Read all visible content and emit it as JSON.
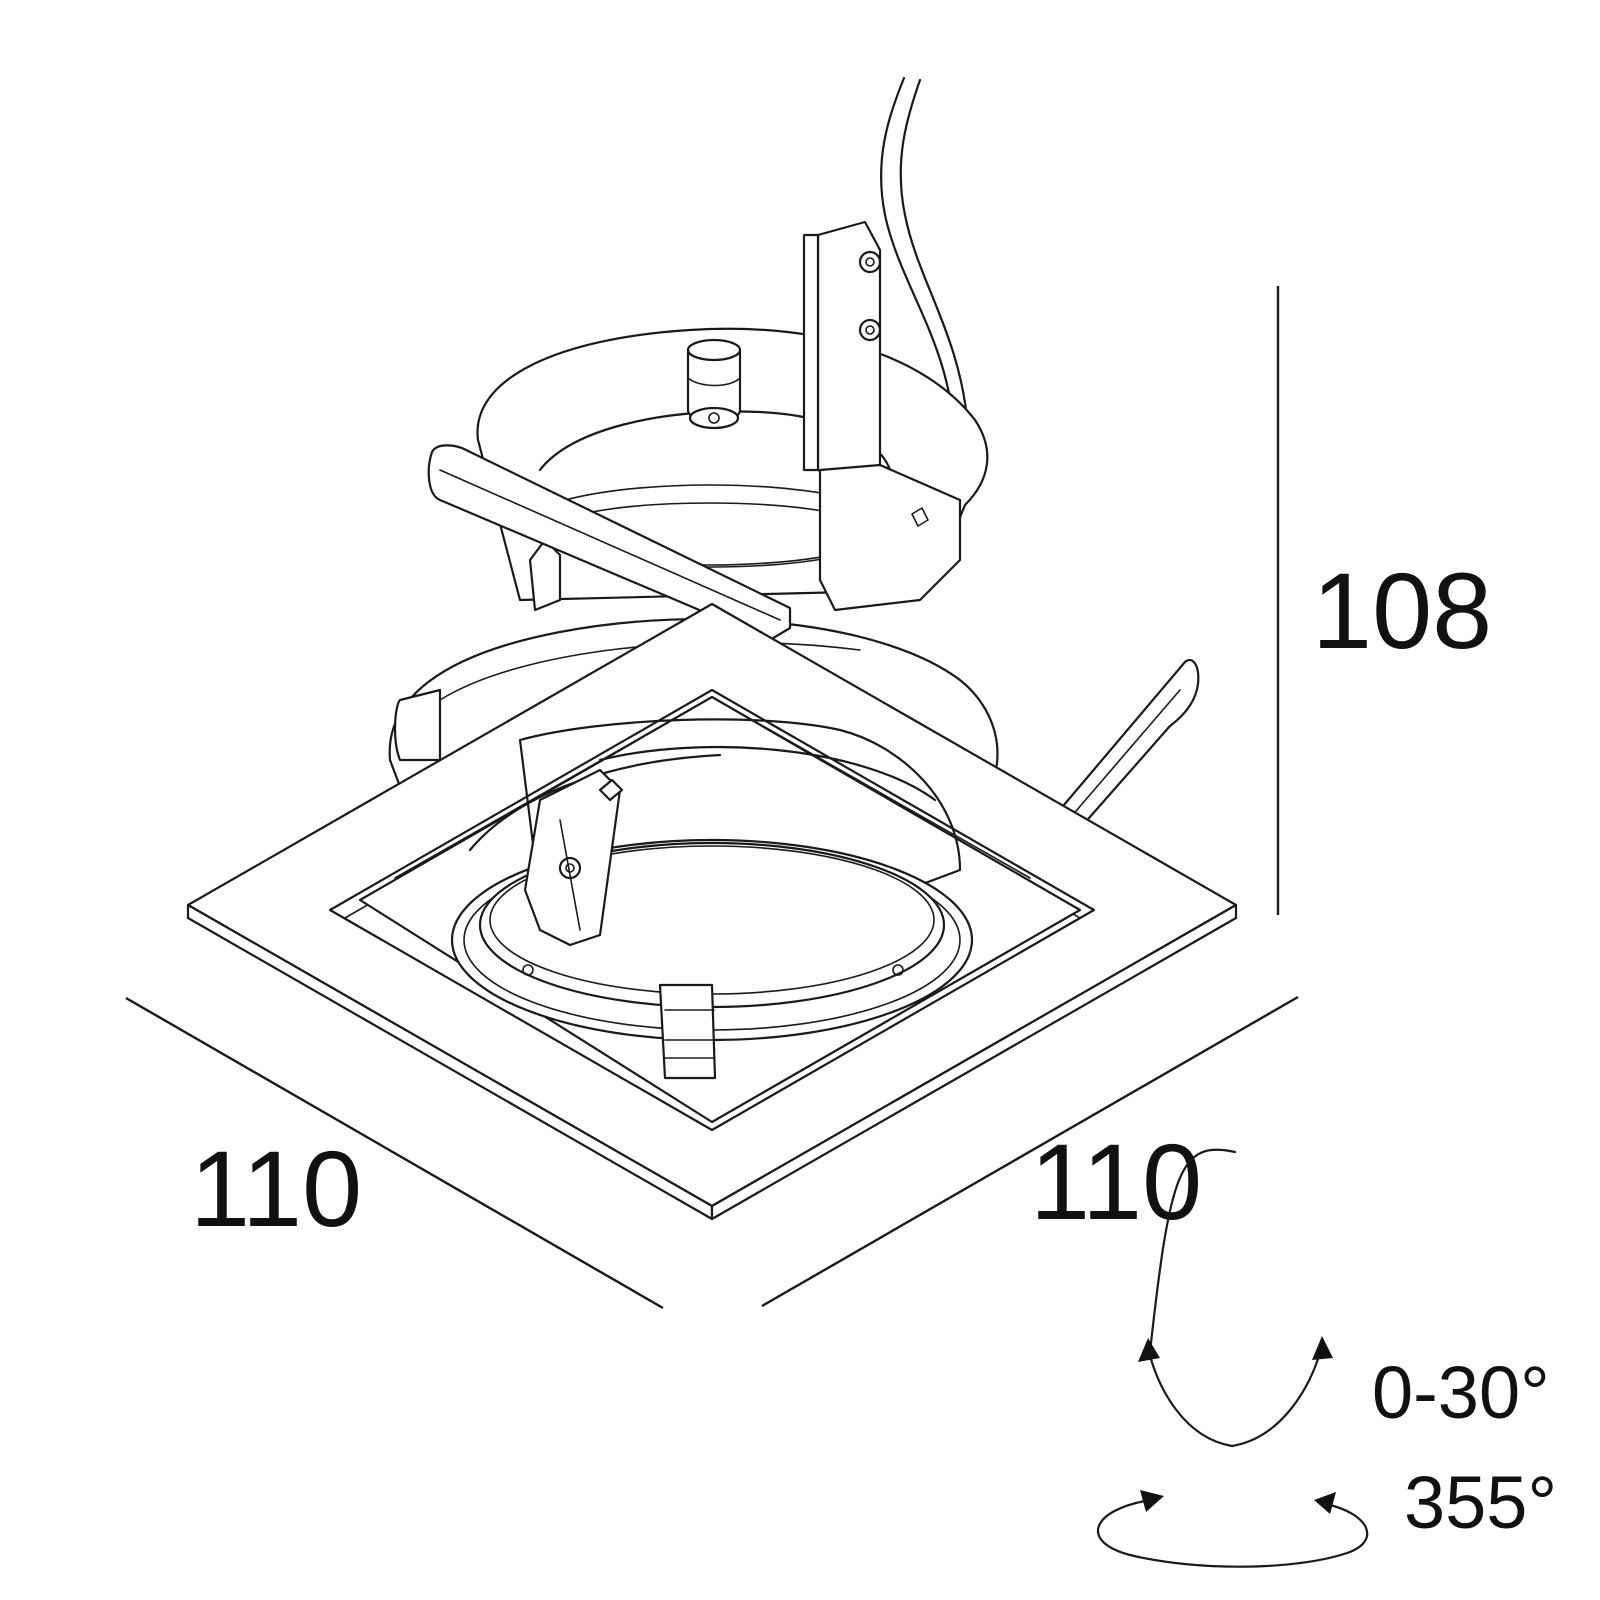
{
  "dimensions": {
    "height": "108",
    "width_left": "110",
    "width_right": "110"
  },
  "rotation": {
    "tilt": "0-30°",
    "rotate": "355°"
  }
}
